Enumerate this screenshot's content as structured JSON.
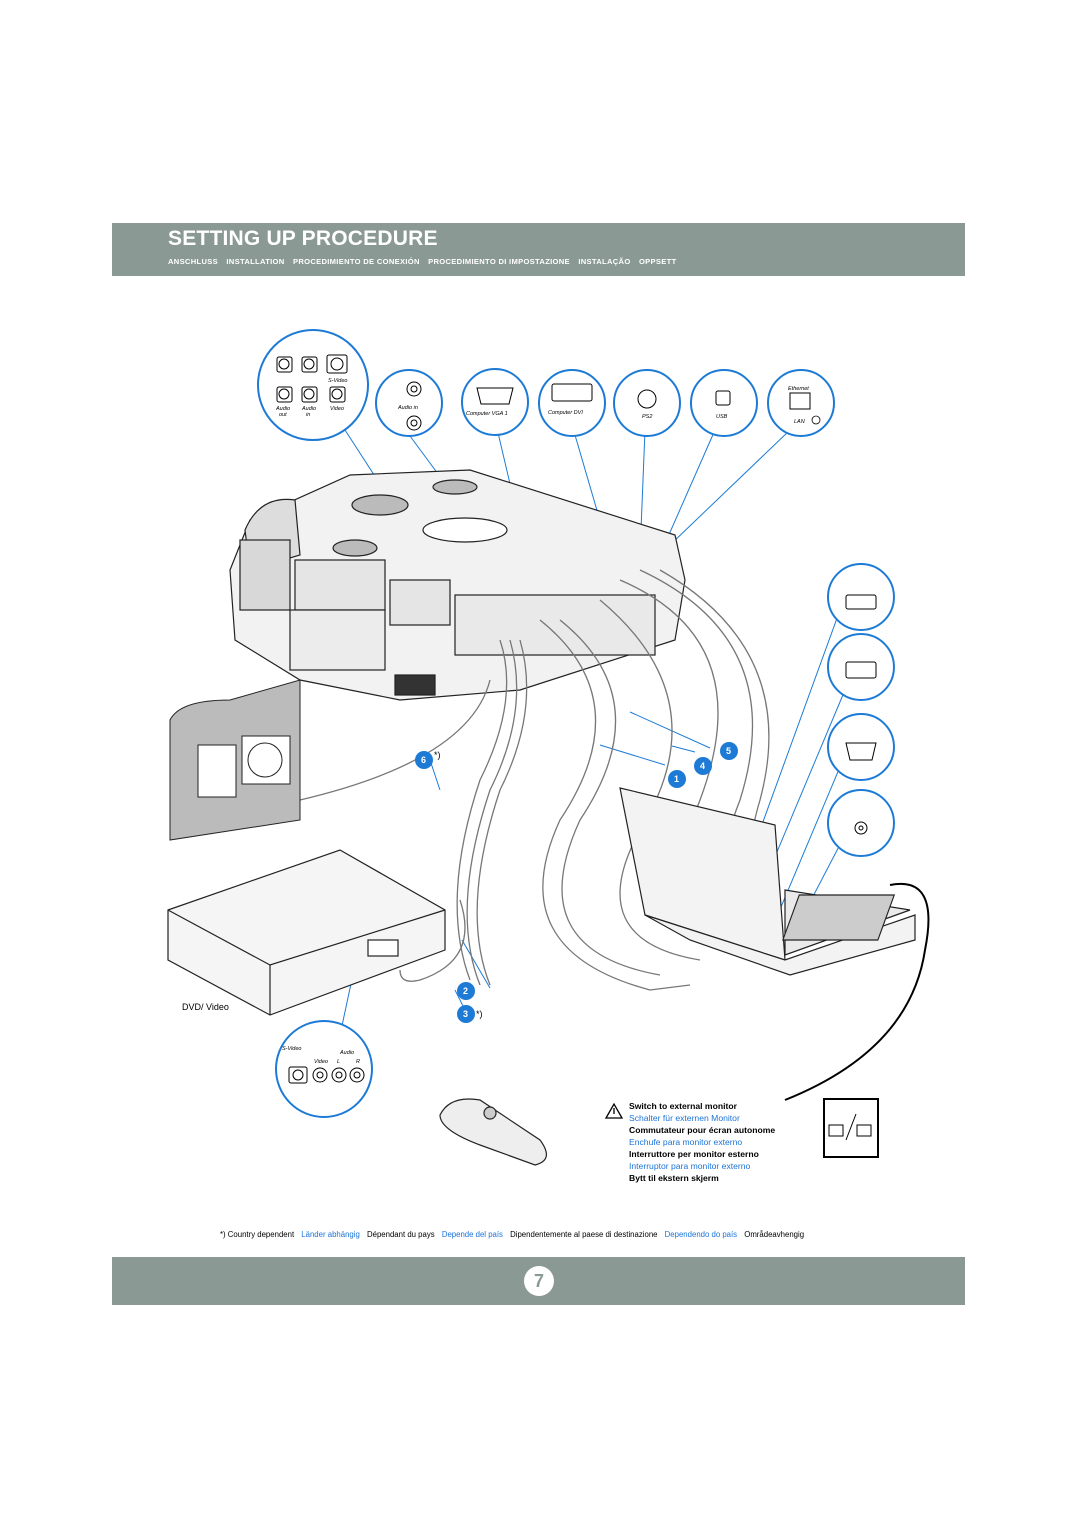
{
  "header": {
    "title": "SETTING UP PROCEDURE",
    "subtitles": [
      "ANSCHLUSS",
      "INSTALLATION",
      "PROCEDIMIENTO DE CONEXIÓN",
      "PROCEDIMIENTO DI IMPOSTAZIONE",
      "INSTALAÇÃO",
      "OPPSETT"
    ]
  },
  "ports": {
    "s_video": "S-Video",
    "audio_out": "Audio out",
    "audio_out_1": "Audio",
    "audio_out_2": "out",
    "audio_in_1": "Audio",
    "audio_in_2": "in",
    "video": "Video",
    "audio_in": "Audio in",
    "computer_vga": "Computer VGA 1",
    "computer_dvi": "Computer DVI",
    "ps2": "PS2",
    "usb": "USB",
    "ethernet": "Ethernet",
    "lan": "LAN"
  },
  "dvd": {
    "label": "DVD/ Video",
    "s_video": "S-Video",
    "audio": "Audio",
    "video": "Video",
    "l": "L",
    "r": "R"
  },
  "callouts": {
    "n1": "1",
    "n2": "2",
    "n3": "3",
    "n4": "4",
    "n5": "5",
    "n6": "6",
    "asterisk": "*)"
  },
  "switch": {
    "en": "Switch to external monitor",
    "de": "Schalter für externen Monitor",
    "fr": "Commutateur pour écran autonome",
    "es": "Enchufe para monitor externo",
    "it": "Interruttore per monitor esterno",
    "pt": "Interruptor para monitor externo",
    "no": "Bytt til ekstern skjerm"
  },
  "footnote": {
    "marker": "*) Country dependent",
    "de": "Länder abhängig",
    "fr": "Dépendant du pays",
    "es": "Depende del país",
    "it": "Dipendentemente al paese di destinazione",
    "pt": "Dependendo do país",
    "no": "Områdeavhengig"
  },
  "page_number": "7",
  "colors": {
    "band": "#8a9994",
    "accent_blue": "#1a73d9",
    "callout_blue": "#1d7bd6"
  }
}
